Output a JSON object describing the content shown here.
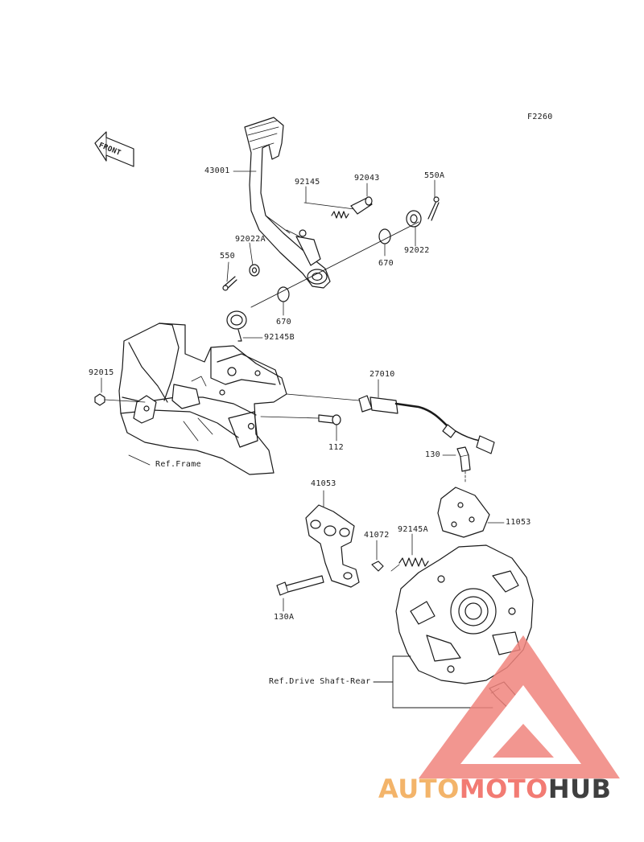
{
  "figure_code": "F2260",
  "front_arrow_text": "FRONT",
  "part_labels": {
    "p43001": "43001",
    "p92145": "92145",
    "p92043": "92043",
    "p550A": "550A",
    "p92022A": "92022A",
    "p550": "550",
    "p670a": "670",
    "p92022": "92022",
    "p670b": "670",
    "p92145B": "92145B",
    "p92015": "92015",
    "p27010": "27010",
    "p112": "112",
    "ref_frame": "Ref.Frame",
    "p130": "130",
    "p41053": "41053",
    "p11053": "11053",
    "p41072": "41072",
    "p92145A": "92145A",
    "p130A": "130A",
    "ref_drive_shaft": "Ref.Drive Shaft-Rear"
  },
  "watermark": {
    "part1": "AUTO",
    "part2": "MOTO",
    "part3": "HUB",
    "color1": "#f3b46a",
    "color2": "#f27b73",
    "color3": "#3f3f3f",
    "triangle_color": "#f0847c"
  }
}
